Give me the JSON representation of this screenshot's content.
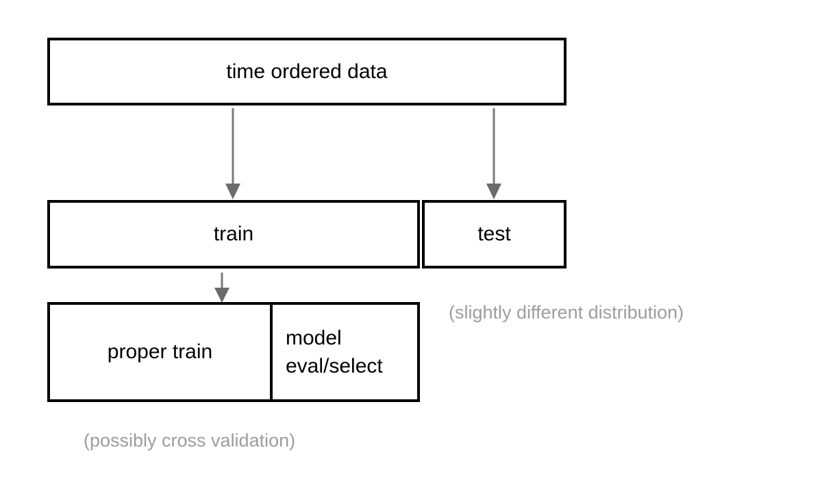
{
  "diagram": {
    "title": "time ordered data train/test split diagram",
    "background_color": "#ffffff",
    "box_border_color": "#000000",
    "text_color": "#000000",
    "arrow_color": "#6b6b6b",
    "note_color": "#9d9d9d",
    "boxes": [
      {
        "id": "time-ordered-data",
        "label": "time ordered data"
      },
      {
        "id": "train",
        "label": "train"
      },
      {
        "id": "test",
        "label": "test"
      },
      {
        "id": "proper-train",
        "label": "proper train"
      },
      {
        "id": "model-eval-select",
        "label": "model\neval/select"
      }
    ],
    "notes": [
      {
        "id": "distribution",
        "label": "(slightly different distribution)"
      },
      {
        "id": "cross-validation",
        "label": "(possibly cross validation)"
      }
    ],
    "arrows": [
      {
        "id": "data-to-train",
        "from": "time-ordered-data",
        "to": "train"
      },
      {
        "id": "data-to-test",
        "from": "time-ordered-data",
        "to": "test"
      },
      {
        "id": "train-to-proper-train",
        "from": "train",
        "to": "proper-train"
      }
    ]
  }
}
